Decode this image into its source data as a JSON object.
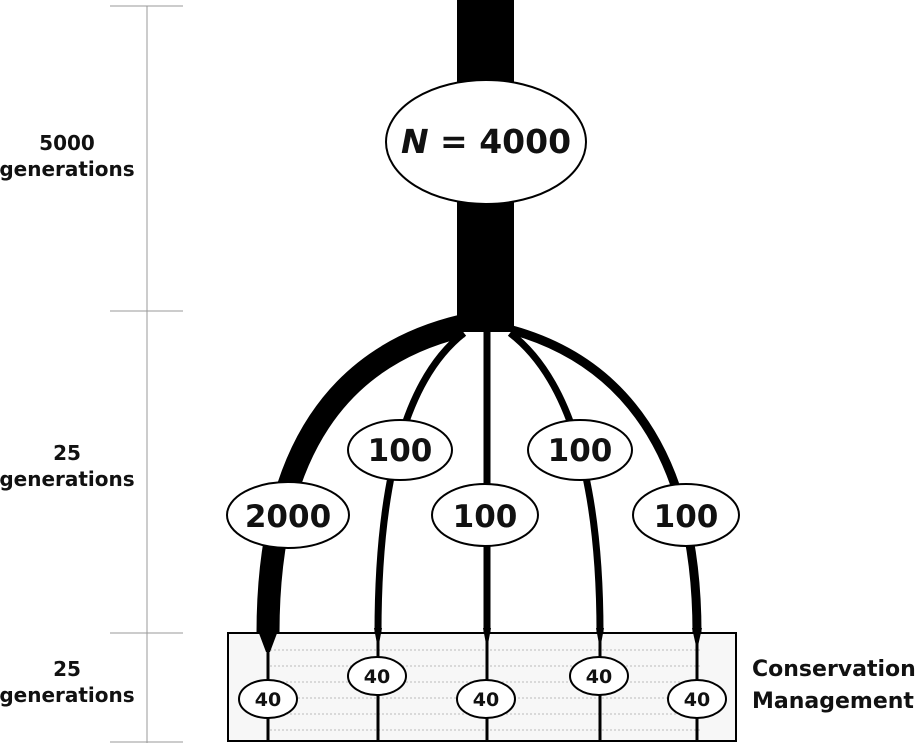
{
  "timeline": {
    "phase1": {
      "line1": "5000",
      "line2": "generations"
    },
    "phase2": {
      "line1": "25",
      "line2": "generations"
    },
    "phase3": {
      "line1": "25",
      "line2": "generations"
    }
  },
  "ancestral": {
    "prefix": "N",
    "equals": " = ",
    "value": "4000"
  },
  "branches": [
    {
      "size": "2000",
      "managed": "40"
    },
    {
      "size": "100",
      "managed": "40"
    },
    {
      "size": "100",
      "managed": "40"
    },
    {
      "size": "100",
      "managed": "40"
    },
    {
      "size": "100",
      "managed": "40"
    }
  ],
  "management": {
    "line1": "Conservation",
    "line2": "Management"
  },
  "colors": {
    "ink": "#000000",
    "box_fill": "#f7f7f7",
    "grid": "#bbbbbb",
    "axis": "#999999"
  }
}
